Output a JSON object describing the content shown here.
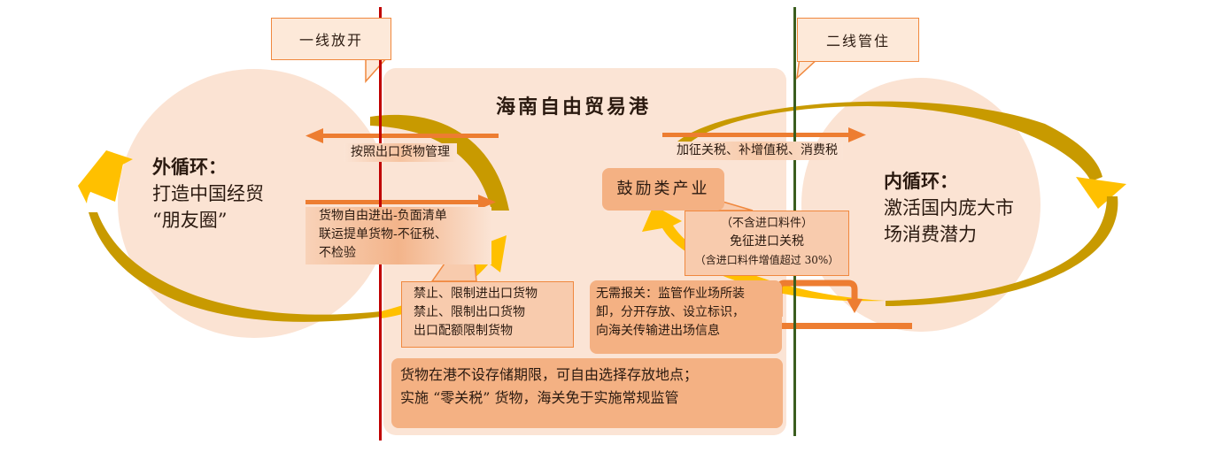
{
  "labels": {
    "first_line": "一线放开",
    "second_line": "二线管住",
    "title": "海南自由贸易港",
    "outer_title": "外循环：",
    "outer_desc_1": "打造中国经贸",
    "outer_desc_2": "“朋友圈”",
    "inner_title": "内循环：",
    "inner_desc_1": "激活国内庞大市",
    "inner_desc_2": "场消费潜力",
    "export_mgmt": "按照出口货物管理",
    "taxes": "加征关税、补增值税、消费税",
    "free_goods_1": "货物自由进出-负面清单",
    "free_goods_2": "联运提单货物-不征税、",
    "free_goods_3": "不检验",
    "prohibit_1": "禁止、限制进出口货物",
    "prohibit_2": "禁止、限制出口货物",
    "prohibit_3": "出口配额限制货物",
    "encouraged": "鼓励类产业",
    "exempt_1": "（不含进口料件）",
    "exempt_2": "免征进口关税",
    "exempt_3": "（含进口料件增值超过 30%）",
    "no_declare_1": "无需报关：监管作业场所装",
    "no_declare_2": "卸，分开存放、设立标识，",
    "no_declare_3": "向海关传输进出场信息",
    "storage_1": "货物在港不设存储期限，可自由选择存放地点；",
    "storage_2": "实施 “零关税” 货物，海关免于实施常规监管"
  },
  "colors": {
    "first_line": "#c00000",
    "second_line": "#3b5e1f",
    "arrow": "#ed7d31",
    "gold": "#c89a00",
    "yellow": "#ffc000",
    "circle": "#fbe3d3"
  }
}
